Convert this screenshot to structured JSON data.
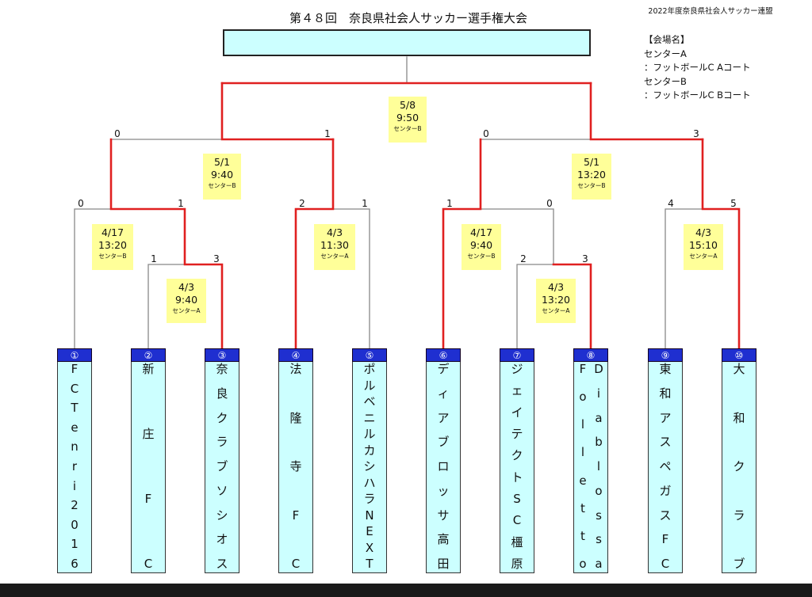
{
  "header": {
    "title": "第４８回　奈良県社会人サッカー選手権大会",
    "organizer": "2022年度奈良県社会人サッカー連盟"
  },
  "venue_note": {
    "heading": "【会場名】",
    "lines": [
      "センターA",
      "：フットボールC Aコート",
      "センターB",
      "：フットボールC Bコート"
    ]
  },
  "colors": {
    "winner_line": "#e02020",
    "line": "#888888",
    "team_box": "#ccffff",
    "number_header": "#1f2fd0",
    "schedule_note": "#ffff99"
  },
  "scores": [
    "0",
    "1",
    "0",
    "3",
    "0",
    "1",
    "2",
    "1",
    "1",
    "0",
    "4",
    "5",
    "1",
    "3",
    "2",
    "3"
  ],
  "matches": [
    {
      "date": "5/8",
      "time": "9:50",
      "court": "センターB"
    },
    {
      "date": "5/1",
      "time": "9:40",
      "court": "センターB"
    },
    {
      "date": "5/1",
      "time": "13:20",
      "court": "センターB"
    },
    {
      "date": "4/17",
      "time": "13:20",
      "court": "センターB"
    },
    {
      "date": "4/3",
      "time": "11:30",
      "court": "センターA"
    },
    {
      "date": "4/17",
      "time": "9:40",
      "court": "センターB"
    },
    {
      "date": "4/3",
      "time": "15:10",
      "court": "センターA"
    },
    {
      "date": "4/3",
      "time": "9:40",
      "court": "センターA"
    },
    {
      "date": "4/3",
      "time": "13:20",
      "court": "センターA"
    }
  ],
  "teams": [
    {
      "number": "①",
      "columns": [
        [
          "F",
          "C",
          "T",
          "e",
          "n",
          "r",
          "i",
          "2",
          "0",
          "1",
          "6"
        ]
      ]
    },
    {
      "number": "②",
      "columns": [
        [
          "新",
          "庄",
          "F",
          "C"
        ]
      ]
    },
    {
      "number": "③",
      "columns": [
        [
          "奈",
          "良",
          "ク",
          "ラ",
          "ブ",
          "ソ",
          "シ",
          "オ",
          "ス"
        ]
      ]
    },
    {
      "number": "④",
      "columns": [
        [
          "法",
          "隆",
          "寺",
          "F",
          "C"
        ]
      ]
    },
    {
      "number": "⑤",
      "columns": [
        [
          "ポ",
          "ル",
          "ベ",
          "ニ",
          "ル",
          "カ",
          "シ",
          "ハ",
          "ラ",
          "N",
          "E",
          "X",
          "T"
        ]
      ]
    },
    {
      "number": "⑥",
      "columns": [
        [
          "デ",
          "ィ",
          "ア",
          "ブ",
          "ロ",
          "ッ",
          "サ",
          "高",
          "田"
        ]
      ]
    },
    {
      "number": "⑦",
      "columns": [
        [
          "ジ",
          "ェ",
          "イ",
          "テ",
          "ク",
          "ト",
          "S",
          "C",
          "橿",
          "原"
        ]
      ]
    },
    {
      "number": "⑧",
      "columns": [
        [
          "F",
          "o",
          "l",
          "l",
          "e",
          "t",
          "t",
          "o"
        ],
        [
          "D",
          "i",
          "a",
          "b",
          "l",
          "o",
          "s",
          "s",
          "a"
        ]
      ]
    },
    {
      "number": "⑨",
      "columns": [
        [
          "東",
          "和",
          "ア",
          "ス",
          "ペ",
          "ガ",
          "ス",
          "F",
          "C"
        ]
      ]
    },
    {
      "number": "⑩",
      "columns": [
        [
          "大",
          "和",
          "ク",
          "ラ",
          "ブ"
        ]
      ]
    }
  ]
}
